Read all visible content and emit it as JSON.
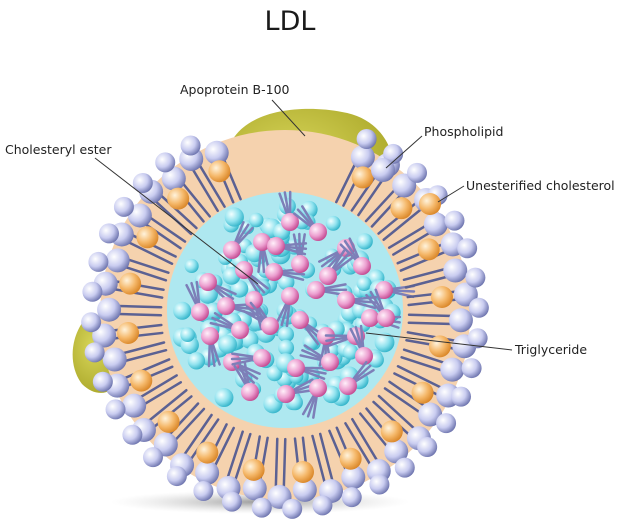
{
  "title": "LDL",
  "labels": {
    "apoprotein": "Apoprotein B-100",
    "cholesteryl_ester": "Cholesteryl ester",
    "phospholipid": "Phospholipid",
    "unesterified_cholesterol": "Unesterified cholesterol",
    "triglyceride": "Triglyceride"
  },
  "colors": {
    "apoprotein": "#c4c23c",
    "shell": "#f5d2ae",
    "core": "#aee8f0",
    "core_sphere": "#64d3e4",
    "phospholipid_head": "#c9ccf0",
    "phospholipid_tail": "#5b6193",
    "cholesterol": "#f1ae5e",
    "cholesteryl_ester": "#e78cc3"
  }
}
